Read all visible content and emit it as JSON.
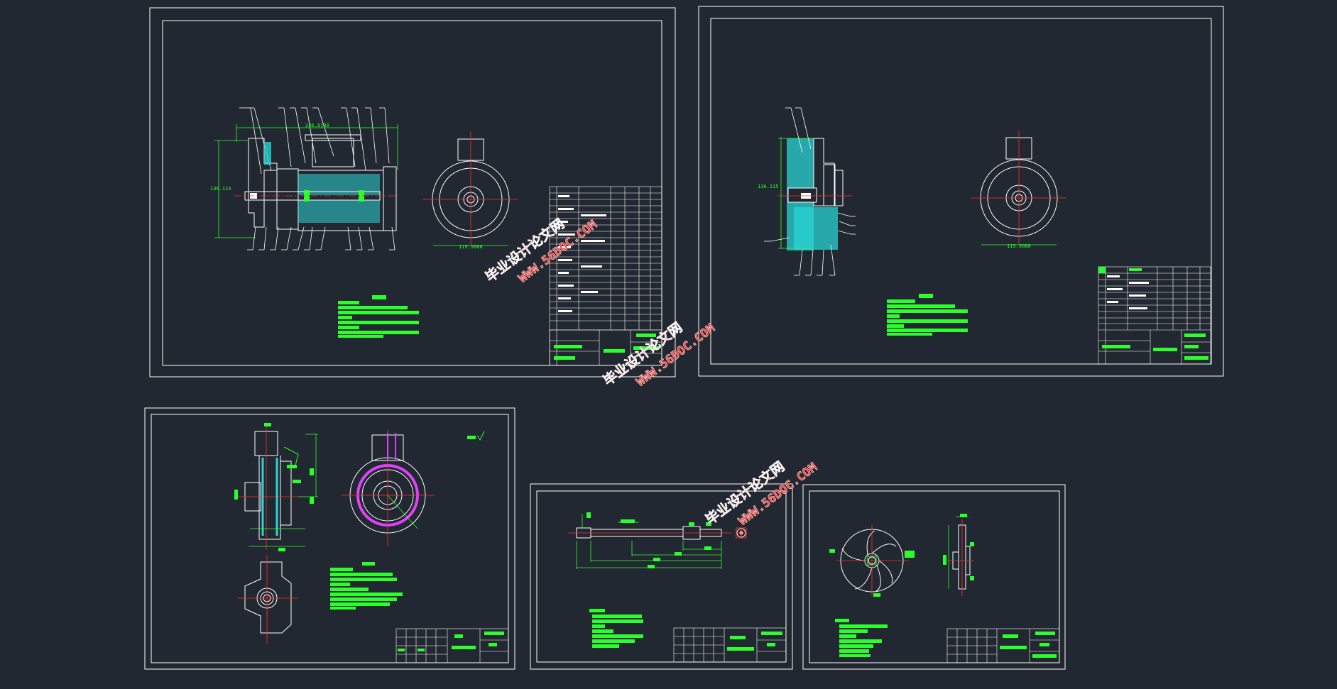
{
  "canvas": {
    "background": "#222831"
  },
  "colors": {
    "frame": "#ffffff",
    "notes": "#2bff2b",
    "dimension": "#2bff2b",
    "section_fill": "#2ad4d4",
    "center_line": "#ff2b2b",
    "ring": "#e040fb",
    "watermark": "#ff3b3b"
  },
  "sheets": [
    {
      "id": "sheet-pump-assembly",
      "title": "Pump assembly drawing"
    },
    {
      "id": "sheet-pump-body",
      "title": "Pump body drawing"
    },
    {
      "id": "sheet-casing",
      "title": "Casing drawing"
    },
    {
      "id": "sheet-shaft",
      "title": "Shaft drawing"
    },
    {
      "id": "sheet-impeller",
      "title": "Impeller drawing"
    }
  ],
  "dimensions": {
    "assembly_height": "136.115",
    "assembly_length": "236.8180",
    "assembly_diameter": "119.9080",
    "body_height": "136.115",
    "body_diameter": "119.9080"
  },
  "watermarks": [
    {
      "cn": "毕业设计论文网",
      "en": "WWW.56DOC.COM"
    },
    {
      "cn": "毕业设计论文网",
      "en": "WWW.56DOC.COM"
    },
    {
      "cn": "毕业设计论文网",
      "en": "WWW.56DOC.COM"
    }
  ]
}
